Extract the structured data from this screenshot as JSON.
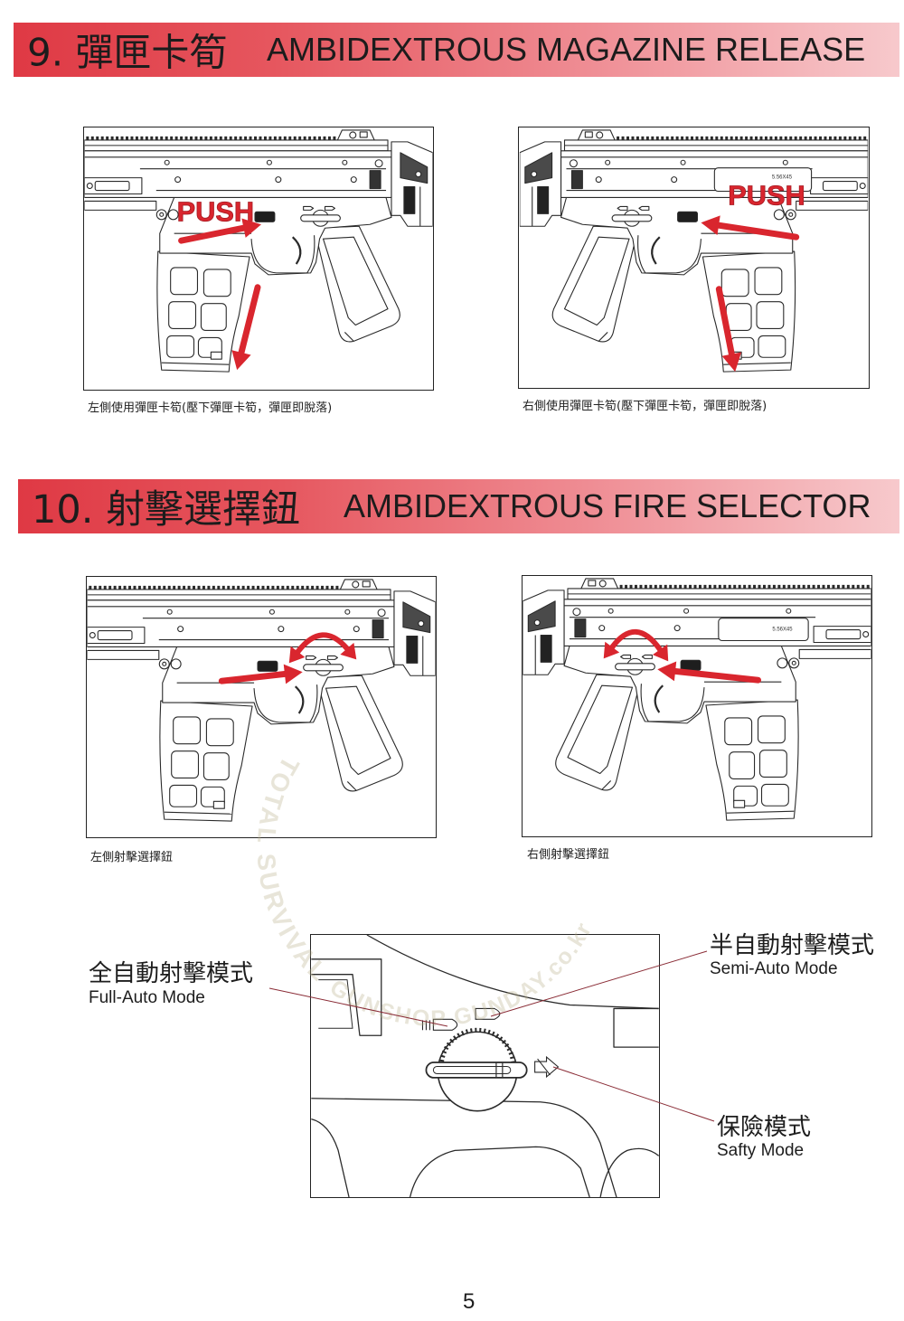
{
  "page": {
    "number": "5"
  },
  "sections": [
    {
      "title_zh": "9. 彈匣卡筍",
      "title_en": "AMBIDEXTROUS MAGAZINE RELEASE",
      "figures": [
        {
          "caption": "左側使用彈匣卡筍(壓下彈匣卡筍，彈匣即脫落)",
          "label": "PUSH"
        },
        {
          "caption": "右側使用彈匣卡筍(壓下彈匣卡筍，彈匣即脫落)",
          "label": "PUSH",
          "plate": "5.56X45"
        }
      ]
    },
    {
      "title_zh": "10. 射擊選擇鈕",
      "title_en": "AMBIDEXTROUS FIRE SELECTOR",
      "figures": [
        {
          "caption": "左側射擊選擇鈕"
        },
        {
          "caption": "右側射擊選擇鈕",
          "plate": "5.56X45"
        }
      ]
    }
  ],
  "selector_modes": {
    "full_auto": {
      "zh": "全自動射擊模式",
      "en": "Full-Auto Mode"
    },
    "semi_auto": {
      "zh": "半自動射擊模式",
      "en": "Semi-Auto Mode"
    },
    "safety": {
      "zh": "保險模式",
      "en": "Safty Mode"
    }
  },
  "watermark": {
    "top_text": "TOTAL SURVIVAL",
    "bottom_text": "GUNSHOP GUNDAY.co.kr"
  },
  "colors": {
    "banner_red": "#df3944",
    "arrow_red": "#d9262e",
    "leader_line": "#8a2c36"
  }
}
